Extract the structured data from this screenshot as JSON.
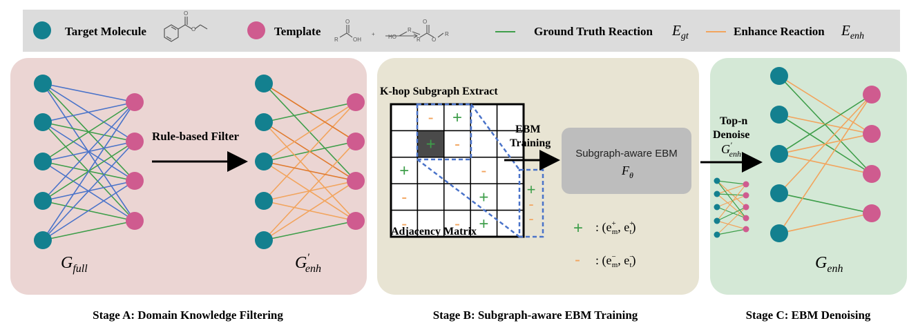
{
  "legend": {
    "target_label": "Target Molecule",
    "template_label": "Template",
    "gt_label": "Ground Truth Reaction",
    "gt_symbol": "E",
    "gt_sub": "gt",
    "enh_label": "Enhance Reaction",
    "enh_symbol": "E",
    "enh_sub": "enh",
    "plus_sign": "+",
    "ho_text": "HO",
    "oh_text": "OH",
    "o_text": "O",
    "r_text": "R"
  },
  "colors": {
    "target": "#13808f",
    "template": "#cf5b8f",
    "ground_truth": "#3e9e4a",
    "enhance": "#f2a45d",
    "full_edge": "#4a73c9",
    "dark_orange": "#e07a2e",
    "stage_a_bg": "#ebd5d3",
    "stage_b_bg": "#e8e4d3",
    "stage_c_bg": "#d4e8d6",
    "legend_bg": "#dcdcdc"
  },
  "stage_a": {
    "g_full": {
      "main": "G",
      "sub": "full"
    },
    "g_enh": {
      "main": "G",
      "prime": "′",
      "sub": "enh"
    },
    "arrow_label": "Rule-based Filter",
    "caption": "Stage A: Domain Knowledge Filtering"
  },
  "stage_b": {
    "title": "K-hop Subgraph Extract",
    "matrix_label": "Adjacency Matrix",
    "matrix": [
      [
        "",
        "-",
        "+",
        "",
        ""
      ],
      [
        "",
        "+",
        "-",
        "",
        ""
      ],
      [
        "+",
        "",
        "",
        "-",
        ""
      ],
      [
        "-",
        "",
        "",
        "+",
        ""
      ],
      [
        "-",
        "",
        "-",
        "+",
        ""
      ]
    ],
    "column_cells": [
      "+",
      "-",
      "-"
    ],
    "ebm_label_1": "EBM",
    "ebm_label_2": "Training",
    "box_line1": "Subgraph-aware EBM",
    "box_symbol": "F",
    "box_sub": "θ",
    "plus_glyph": "+",
    "minus_glyph": "-",
    "pos_def": ": (e",
    "pos_m_sup": "+",
    "pos_m_sub": "m",
    "pos_t_sup": "+",
    "pos_t_sub": "t",
    "neg_m_sup": "−",
    "neg_t_sup": "−",
    "comma": ", e",
    "close": ")",
    "caption": "Stage B: Subgraph-aware EBM Training"
  },
  "stage_c": {
    "arrow_label_1": "Top-n",
    "arrow_label_2": "Denoise",
    "arrow_sym": {
      "main": "G",
      "prime": "′",
      "sub": "enh"
    },
    "g_enh": {
      "main": "G",
      "sub": "enh"
    },
    "caption": "Stage C: EBM Denoising"
  }
}
